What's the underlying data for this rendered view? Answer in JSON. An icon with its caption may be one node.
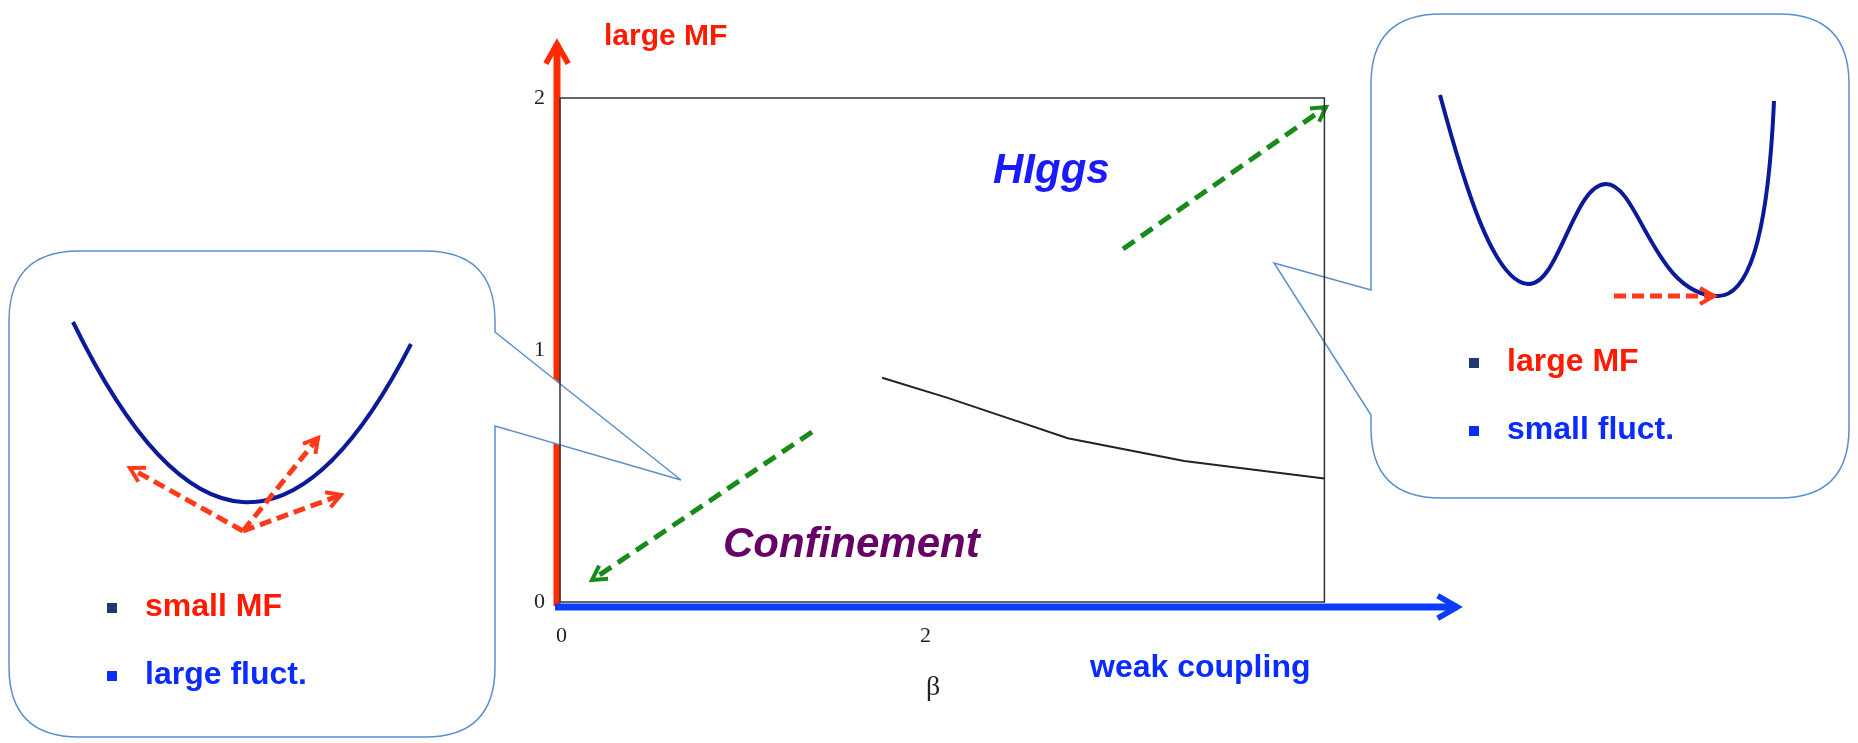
{
  "diagram": {
    "nodes": [
      {
        "text": [
          "large MF",
          "small fluct."
        ]
      },
      {
        "text": [
          "small MF",
          "large fluct."
        ]
      }
    ],
    "labels": [
      "large MF",
      "HIggs",
      "Confinement",
      "weak coupling"
    ],
    "chart_data": {
      "type": "line",
      "xlabel": "β",
      "x": [
        1.77,
        2.13,
        2.79,
        3.43,
        4.2
      ],
      "values": [
        0.89,
        0.81,
        0.65,
        0.56,
        0.49
      ],
      "xlim": [
        0,
        4.93
      ],
      "ylim": [
        0,
        2
      ],
      "xticks": [
        0,
        2
      ],
      "yticks": [
        0,
        1,
        2
      ]
    }
  }
}
